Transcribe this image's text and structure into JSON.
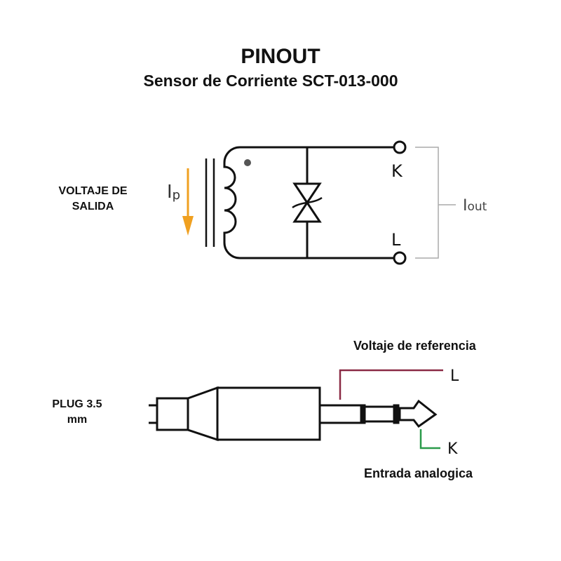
{
  "header": {
    "title": "PINOUT",
    "subtitle": "Sensor de Corriente SCT-013-000"
  },
  "circuit": {
    "left_label_line1": "VOLTAJE DE",
    "left_label_line2": "SALIDA",
    "current_in": "I",
    "current_in_sub": "p",
    "terminal_k": "K",
    "terminal_l": "L",
    "current_out": "I",
    "current_out_sub": "out"
  },
  "plug": {
    "left_label_line1": "PLUG 3.5",
    "left_label_line2": "mm",
    "top_label": "Voltaje de referencia",
    "bottom_label": "Entrada analogica",
    "pin_l": "L",
    "pin_k": "K"
  },
  "colors": {
    "arrow": "#f0a020",
    "l_wire": "#8a2a45",
    "k_wire": "#2a9a4a",
    "bracket": "#aaaaaa"
  }
}
